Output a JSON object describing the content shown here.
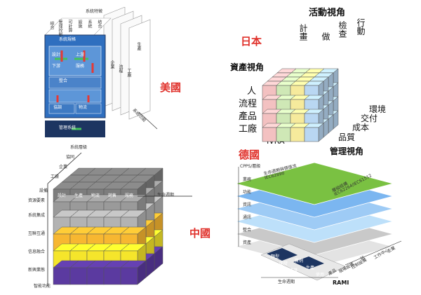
{
  "usa": {
    "country": "美國",
    "top_axis": "系統特徵",
    "top_cols": [
      "綜合",
      "管理控制",
      "可計算",
      "設施",
      "系統",
      "結合"
    ],
    "panel_title": "系統規格",
    "boxes": [
      "設計",
      "上游",
      "下游",
      "服務"
    ],
    "box_center": "整合",
    "bottom_left": "協調",
    "bottom_right": "物流",
    "base": "管理系統",
    "right_axis": "系統功能",
    "side_labels": [
      "企業",
      "流程",
      "工廠",
      "生產"
    ]
  },
  "japan": {
    "country": "日本",
    "activity_view": "活動視角",
    "activity_cols": [
      "計畫",
      "做",
      "檢查",
      "行動"
    ],
    "asset_view": "資產視角",
    "asset_rows": [
      "人",
      "流程",
      "產品",
      "工廠"
    ],
    "mgmt_rows": [
      "環境",
      "交付",
      "成本",
      "品質"
    ],
    "ivra": "IVRA",
    "mgmt_view": "管理視角"
  },
  "germany": {
    "country": "德國",
    "cpps_label": "CPPS/層級",
    "left_layers": [
      "業務",
      "功能",
      "資訊",
      "通訊",
      "整合",
      "資產"
    ],
    "std_left": "生命週期與價值流\nIEC62890",
    "std_right": "層級結構\nIEC62264/IEC61512",
    "bottom_items": [
      "類型",
      "開發",
      "維護",
      "實例",
      "生產",
      "使用"
    ],
    "right_stack": [
      "企業",
      "工作中心",
      "站",
      "控制設備",
      "現場設備",
      "產品"
    ],
    "bottom_axis": "生命週期",
    "rami": "RAMI"
  },
  "china": {
    "country": "中國",
    "top_axis": "系統層級",
    "axis_left_labels": [
      "協同",
      "企業",
      "工廠"
    ],
    "col_labels": [
      "設計",
      "生產",
      "物流",
      "銷售",
      "服務"
    ],
    "lifecycle": "生命週期",
    "row_labels": [
      "設備",
      "資源要素",
      "系統集成",
      "互聯互通",
      "信息融合",
      "新興業態"
    ],
    "bottom_axis": "智能功能"
  },
  "colors": {
    "red": "#e0312b",
    "usa_blue": "#2f6fbf",
    "usa_navy": "#1d3561",
    "japan_pink": "#f3c1c1",
    "japan_green": "#cfe8b6",
    "japan_yellow": "#f6ea9c",
    "japan_blue": "#b9d7f2",
    "germany_green": "#7ac142",
    "germany_blue": "#7bb6f0",
    "china_gray": "#7d7d7d",
    "china_orange": "#f7b731",
    "china_yellow": "#f5e52b",
    "china_purple": "#5b3aa0"
  }
}
